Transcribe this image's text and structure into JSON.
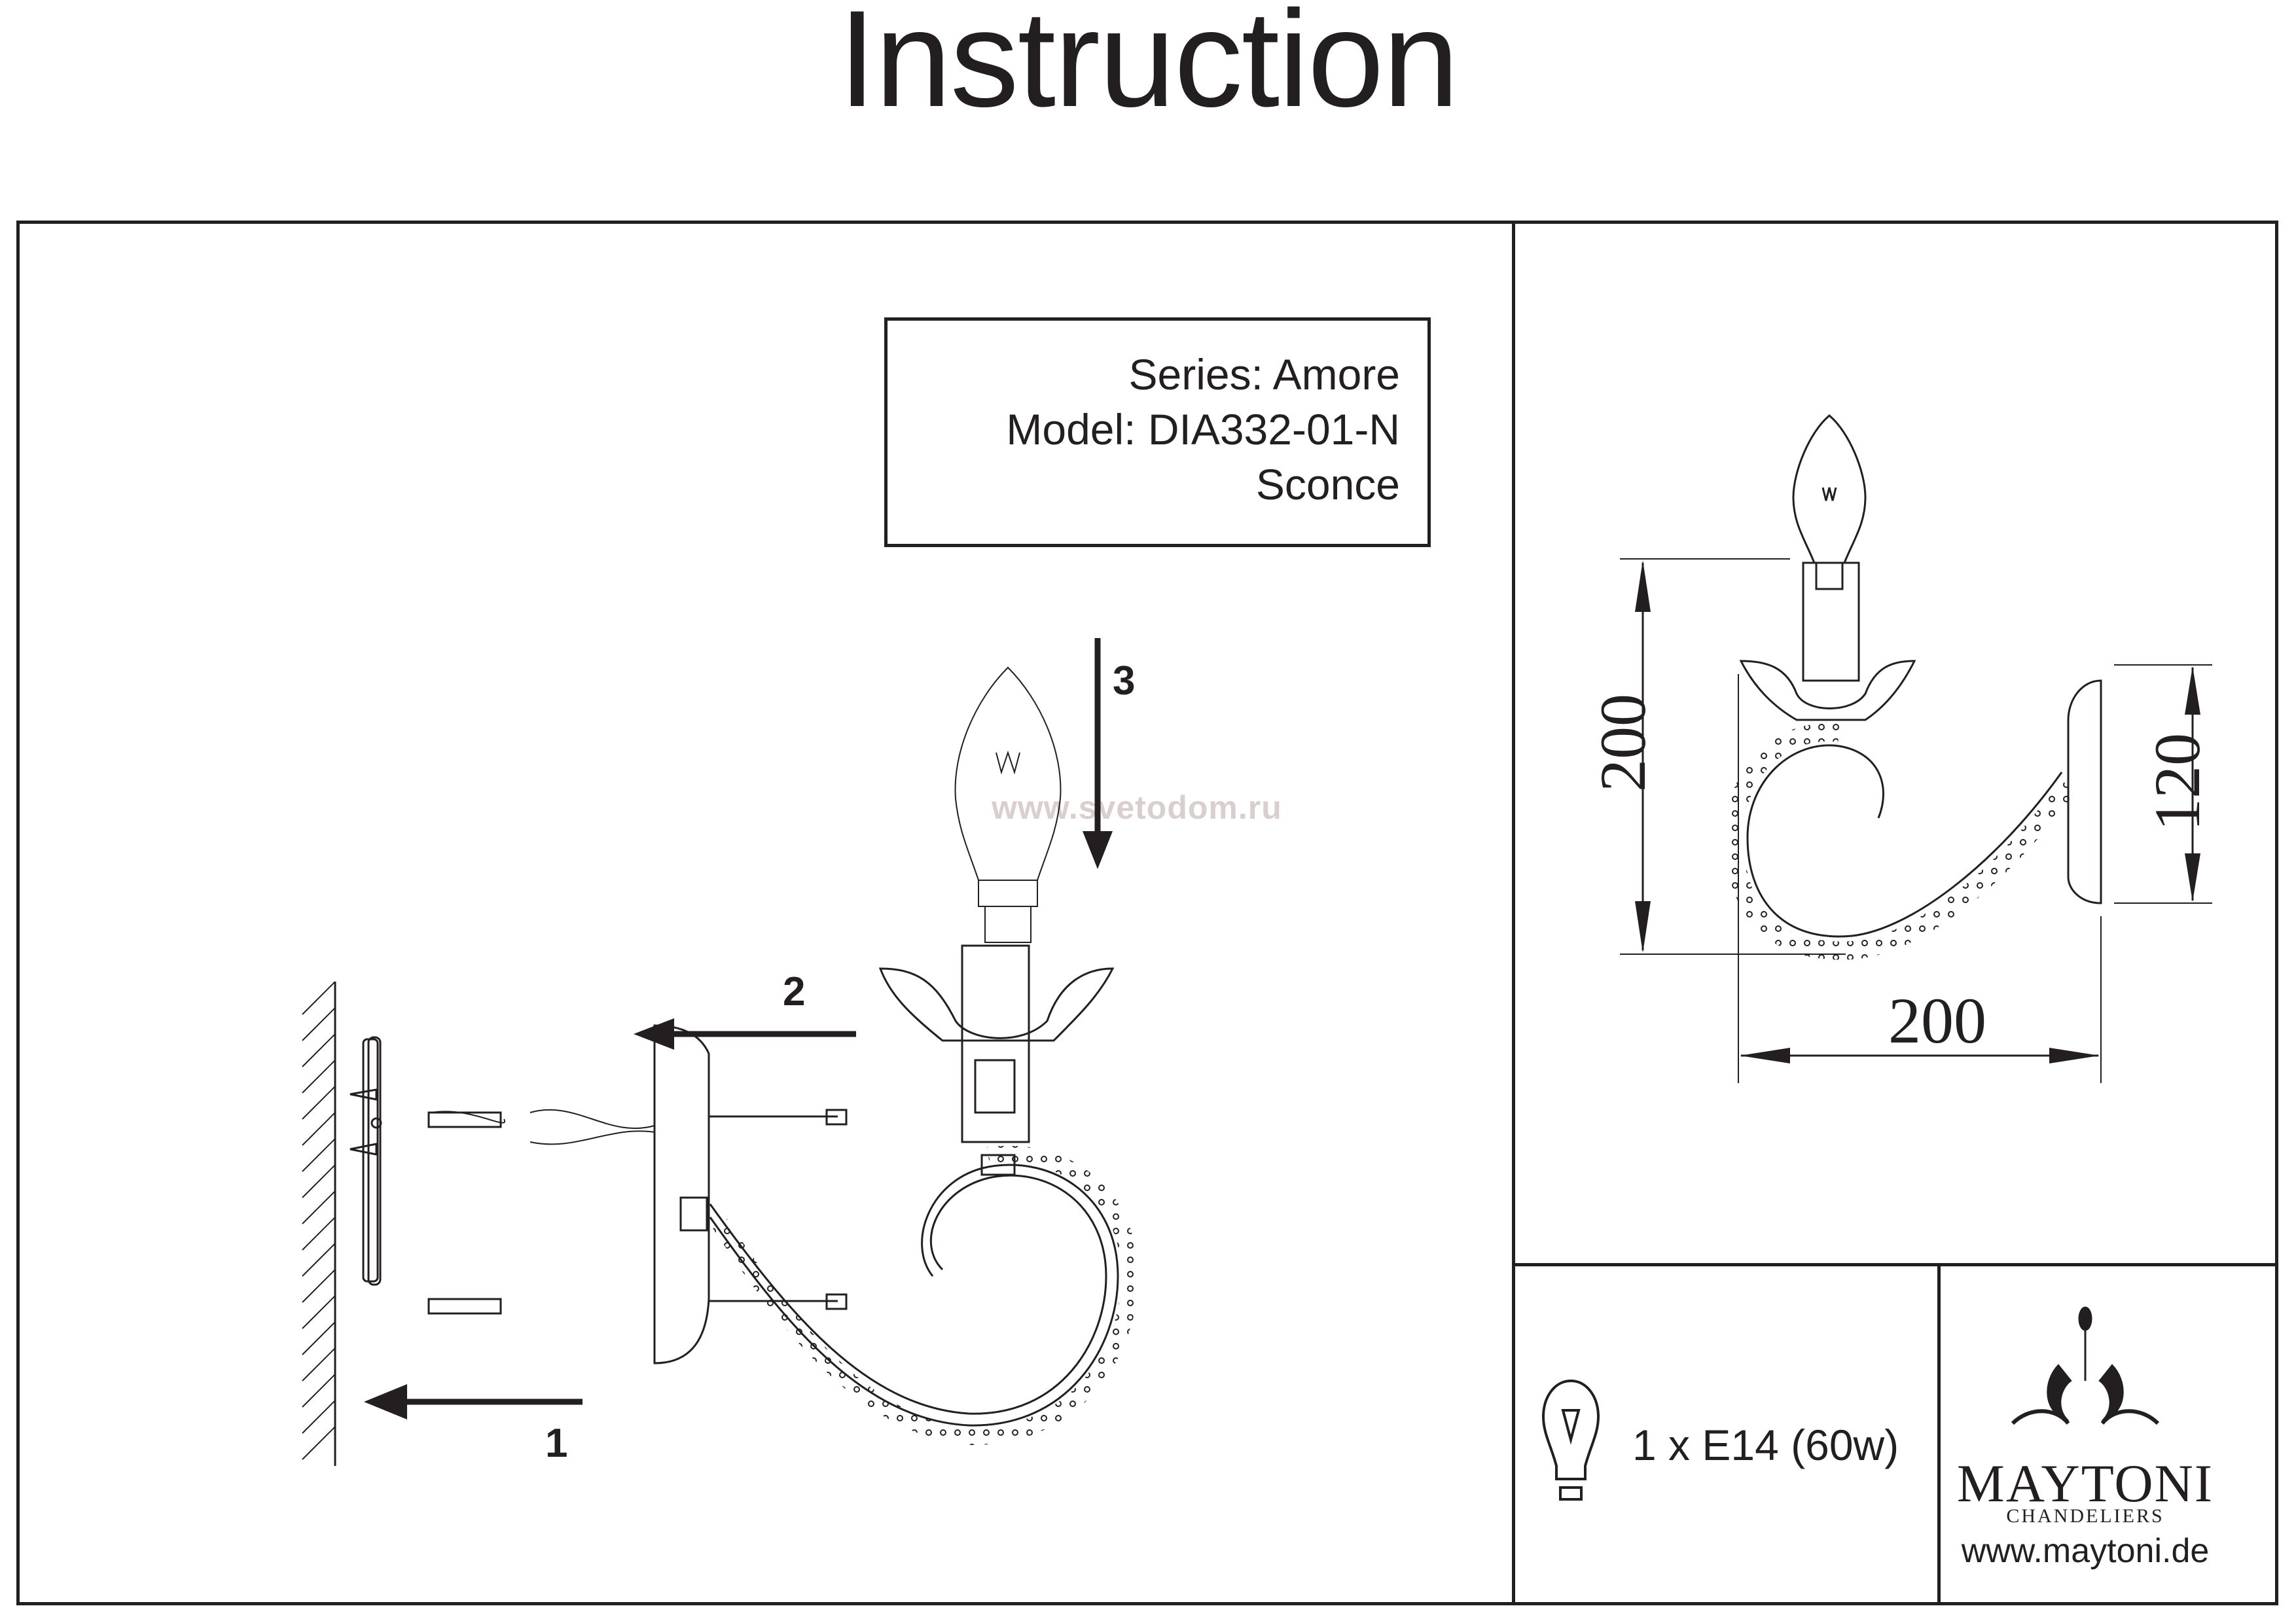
{
  "document": {
    "title": "Instruction"
  },
  "product": {
    "series_line": "Series: Amore",
    "model_line": "Model: DIA332-01-N",
    "type_line": "Sconce"
  },
  "assembly": {
    "watermark": "www.svetodom.ru",
    "steps": [
      {
        "number": "1",
        "direction": "left"
      },
      {
        "number": "2",
        "direction": "left"
      },
      {
        "number": "3",
        "direction": "down"
      }
    ]
  },
  "dimensions": {
    "unit": "mm",
    "height": "200",
    "width": "200",
    "backplate_height": "120"
  },
  "specs": {
    "bulb_icon": "light-bulb-icon",
    "bulb": "1 x E14 (60w)"
  },
  "brand": {
    "logo_icon": "chandelier-logo-icon",
    "name": "MAYTONI",
    "subtitle": "CHANDELIERS",
    "url": "www.maytoni.de"
  },
  "colors": {
    "ink": "#231f20",
    "watermark": "#d9cfcf",
    "background": "#ffffff"
  }
}
